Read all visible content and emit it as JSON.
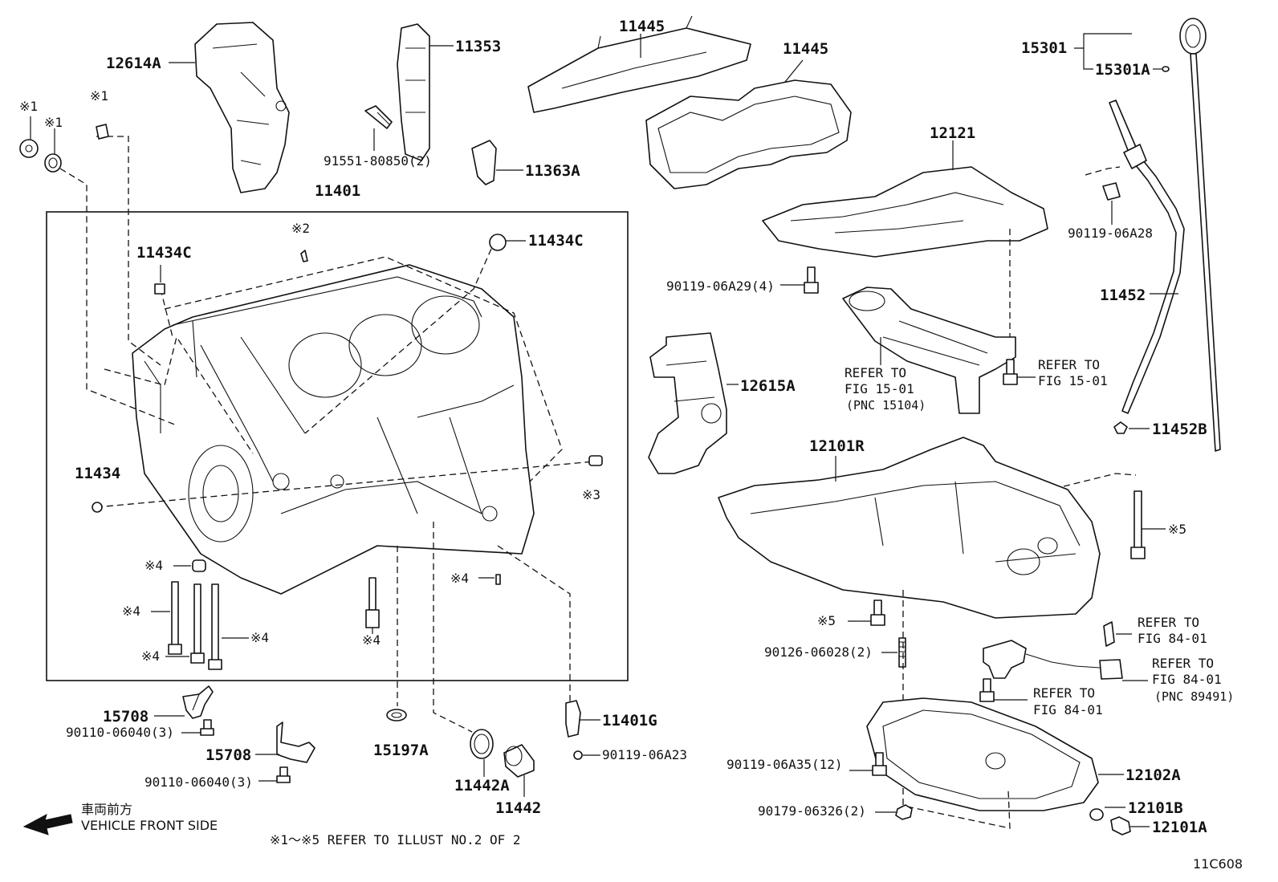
{
  "labels": {
    "p12614A": "12614A",
    "p11353": "11353",
    "p11445a": "11445",
    "p11445b": "11445",
    "p15301": "15301",
    "p15301A": "15301A",
    "p91551": "91551-80850(2)",
    "p11363A": "11363A",
    "p12121": "12121",
    "ref_x1a": "※1",
    "ref_x1b": "※1",
    "ref_x1c": "※1",
    "p11401": "11401",
    "ref_x2": "※2",
    "p11434C_left": "11434C",
    "p11434C_right": "11434C",
    "p90119_06A28": "90119-06A28",
    "p90119_06A29": "90119-06A29(4)",
    "p11452": "11452",
    "refer_1501a_1": "REFER TO",
    "refer_1501a_2": "FIG 15-01",
    "refer_1501a_3": "(PNC 15104)",
    "refer_1501b_1": "REFER TO",
    "refer_1501b_2": "FIG 15-01",
    "p12615A": "12615A",
    "p11452B": "11452B",
    "p12101R": "12101R",
    "p11434": "11434",
    "ref_x3": "※3",
    "ref_x5a": "※5",
    "ref_x4a": "※4",
    "ref_x4b": "※4",
    "ref_x4c": "※4",
    "ref_x4d": "※4",
    "ref_x4e": "※4",
    "ref_x4f": "※4",
    "ref_x5b": "※5",
    "refer_8401a_1": "REFER TO",
    "refer_8401a_2": "FIG 84-01",
    "refer_8401b_1": "REFER TO",
    "refer_8401b_2": "FIG 84-01",
    "refer_8401b_3": "(PNC 89491)",
    "p90126": "90126-06028(2)",
    "refer_8401c_1": "REFER TO",
    "refer_8401c_2": "FIG 84-01",
    "p15708a": "15708",
    "p90110a": "90110-06040(3)",
    "p11401G": "11401G",
    "p15197A": "15197A",
    "p90119_06A23": "90119-06A23",
    "p15708b": "15708",
    "p90119_06A35": "90119-06A35(12)",
    "p12102A": "12102A",
    "p90110b": "90110-06040(3)",
    "p11442A": "11442A",
    "p11442": "11442",
    "p90179": "90179-06326(2)",
    "p12101B": "12101B",
    "p12101A": "12101A",
    "front_jp": "車両前方",
    "front_en": "VEHICLE FRONT SIDE",
    "footnote": "※1～※5 REFER TO ILLUST NO.2 OF 2",
    "illus_code": "11C608"
  }
}
